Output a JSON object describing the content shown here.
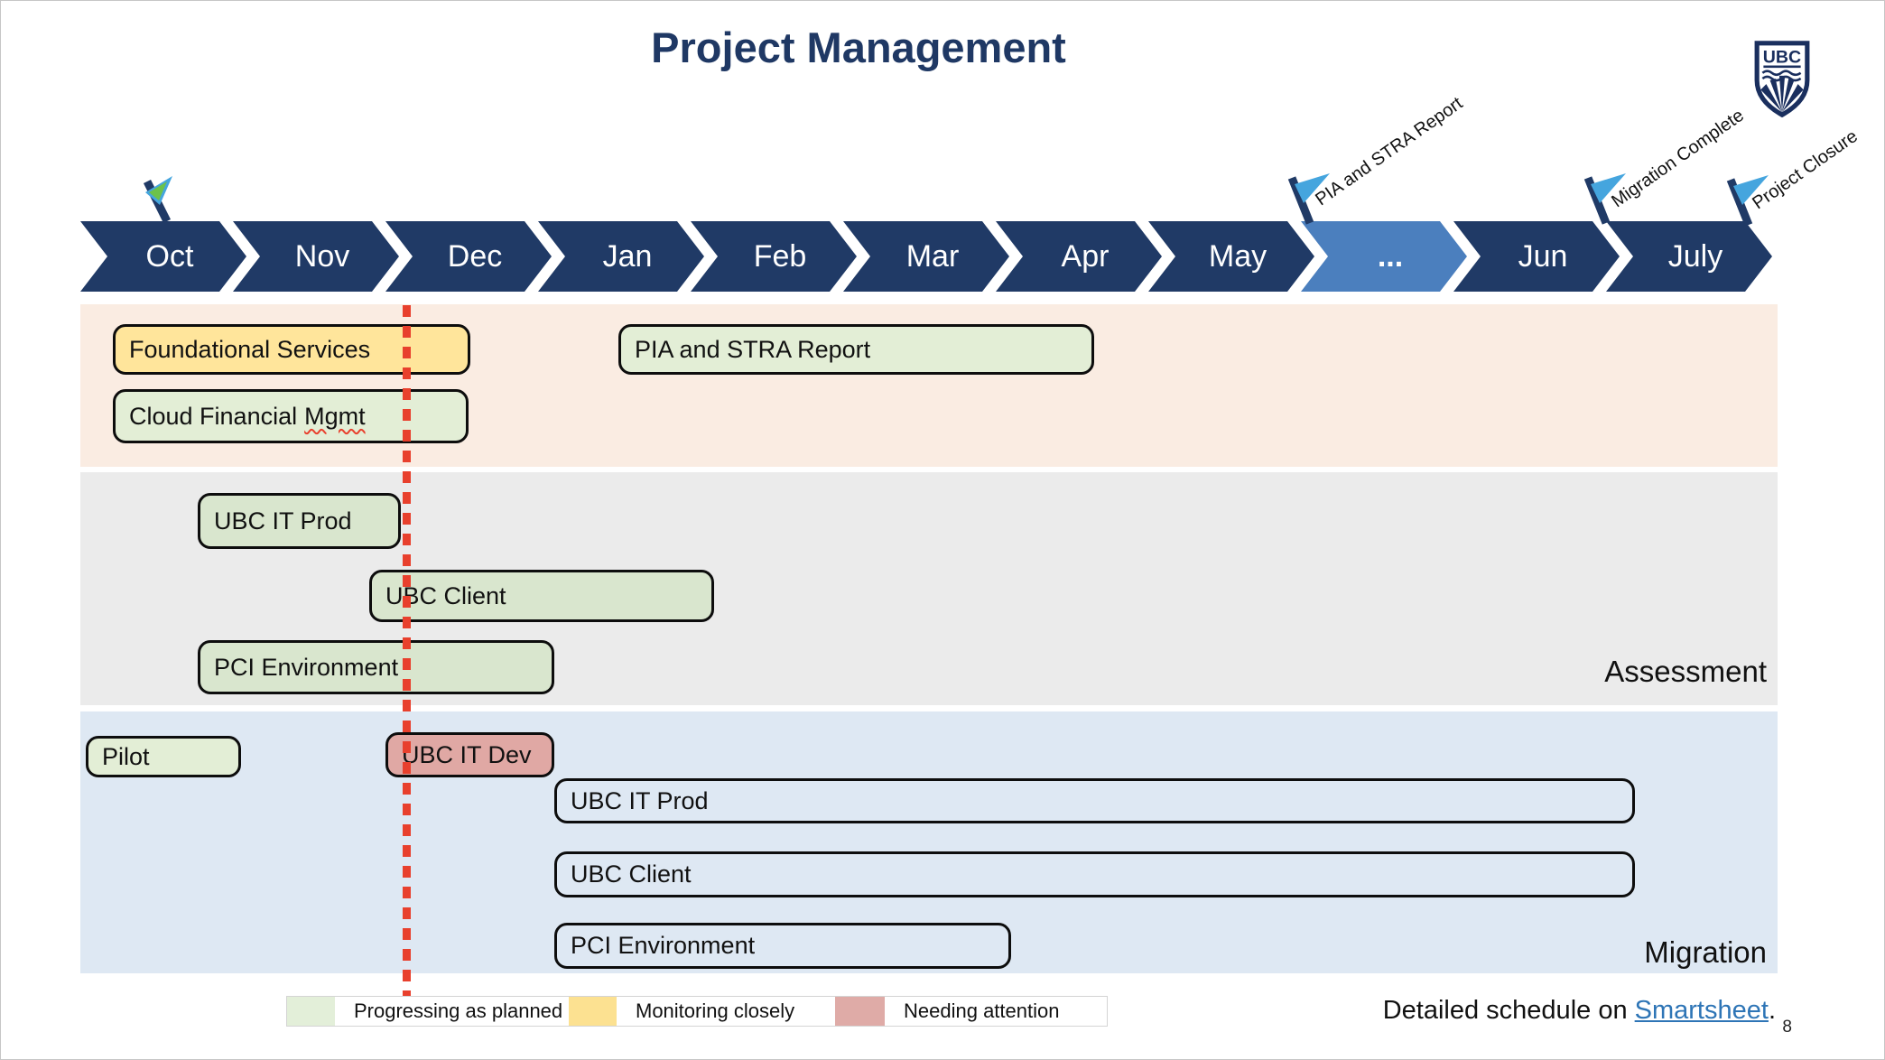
{
  "title": "Project Management",
  "logo": {
    "text": "UBC"
  },
  "timeline": {
    "months": [
      "Oct",
      "Nov",
      "Dec",
      "Jan",
      "Feb",
      "Mar",
      "Apr",
      "May",
      "...",
      "Jun",
      "July"
    ],
    "highlighted_month": "...",
    "highlighted_index": 8
  },
  "milestones": {
    "start": {
      "label": ""
    },
    "pia": {
      "label": "PIA and STRA Report"
    },
    "migration_complete": {
      "label": "Migration Complete"
    },
    "project_closure": {
      "label": "Project Closure"
    }
  },
  "lanes": {
    "planning": {
      "bars": {
        "foundational": "Foundational Services",
        "cloud_prefix": "Cloud Financial",
        "cloud_misspelled": "Mgmt",
        "pia": "PIA and STRA Report"
      }
    },
    "assessment": {
      "label": "Assessment",
      "bars": {
        "it_prod": "UBC IT Prod",
        "client": "UBC Client",
        "pci": "PCI Environment"
      }
    },
    "migration": {
      "label": "Migration",
      "bars": {
        "pilot": "Pilot",
        "it_dev": "UBC IT Dev",
        "it_prod": "UBC IT Prod",
        "client": "UBC Client",
        "pci": "PCI Environment"
      }
    }
  },
  "legend": {
    "items": [
      {
        "label": "Progressing as planned",
        "color": "#E3EFD9"
      },
      {
        "label": "Monitoring closely",
        "color": "#FCE191"
      },
      {
        "label": "Needing attention",
        "color": "#DFABA7"
      }
    ]
  },
  "footer": {
    "text": "Detailed schedule on ",
    "link": "Smartsheet",
    "suffix": ".",
    "page_number": "8"
  },
  "colors": {
    "title_navy": "#1F3864",
    "chevron_navy": "#203A66",
    "chevron_highlight_blue": "#4B7FBE",
    "lane_planning_bg": "#FAECE2",
    "lane_assessment_bg": "#EBEBEB",
    "lane_migration_bg": "#DEE8F3",
    "bar_yellow": "#FFE59B",
    "bar_green": "#E3EED6",
    "bar_red": "#E0A8A4",
    "current_date_red": "#E8402D",
    "link_blue": "#2E75B6",
    "flag_pennant_blue": "#45A5DE",
    "flag_pennant_green": "#6CC24A"
  }
}
